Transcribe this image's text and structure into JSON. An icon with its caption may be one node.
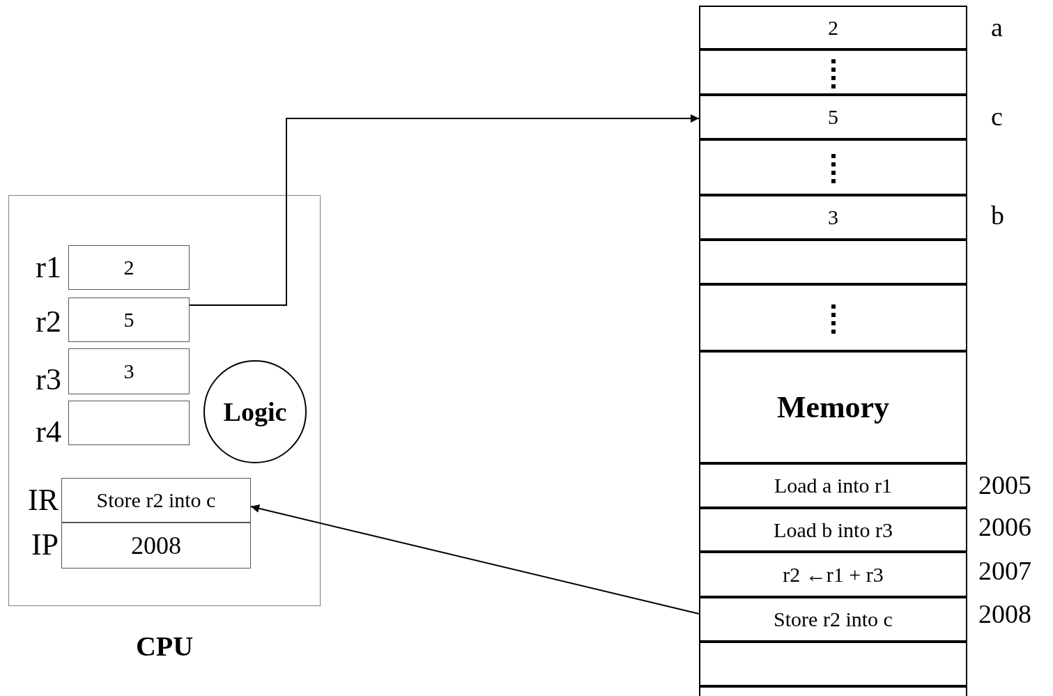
{
  "diagram": {
    "nodes": [
      {
        "text": [
          "CPU"
        ]
      },
      {
        "text": [
          "2"
        ],
        "in": 0,
        "beside": [
          "r1"
        ]
      },
      {
        "text": [
          "5"
        ],
        "in": 0,
        "beside": [
          "r2"
        ]
      },
      {
        "text": [
          "3"
        ],
        "in": 0,
        "beside": [
          "r3"
        ]
      },
      {
        "text": [],
        "shape": "box",
        "in": 0,
        "beside": [
          "r4"
        ]
      },
      {
        "text": [
          "Logic"
        ],
        "in": 0
      },
      {
        "text": [
          "Store r2 into c"
        ],
        "in": 0,
        "beside": [
          "IR"
        ]
      },
      {
        "text": [
          "2008"
        ],
        "in": 0,
        "beside": [
          "IP"
        ]
      },
      {
        "text": [
          "2"
        ],
        "beside": [
          "a"
        ]
      },
      {
        "text": [],
        "shape": "box"
      },
      {
        "text": [
          "5"
        ],
        "beside": [
          "c"
        ]
      },
      {
        "text": [],
        "shape": "box"
      },
      {
        "text": [
          "3"
        ],
        "beside": [
          "b"
        ]
      },
      {
        "text": [],
        "shape": "box"
      },
      {
        "text": [],
        "shape": "box"
      },
      {
        "text": [
          "Memory"
        ]
      },
      {
        "text": [
          "Load a into r1"
        ],
        "beside": [
          "2005"
        ]
      },
      {
        "text": [
          "Load b into r3"
        ],
        "beside": [
          "2006"
        ]
      },
      {
        "text": [
          "r2 ←r1 + r3"
        ],
        "beside": [
          "2007"
        ]
      },
      {
        "text": [
          "Store r2 into c"
        ],
        "beside": [
          "2008"
        ]
      },
      {
        "text": [],
        "shape": "box"
      },
      {
        "text": [],
        "shape": "box"
      }
    ],
    "edges": [
      {
        "from": 2,
        "to": 10,
        "arrow": "to"
      },
      {
        "from": 19,
        "to": 6,
        "arrow": "to"
      }
    ]
  }
}
